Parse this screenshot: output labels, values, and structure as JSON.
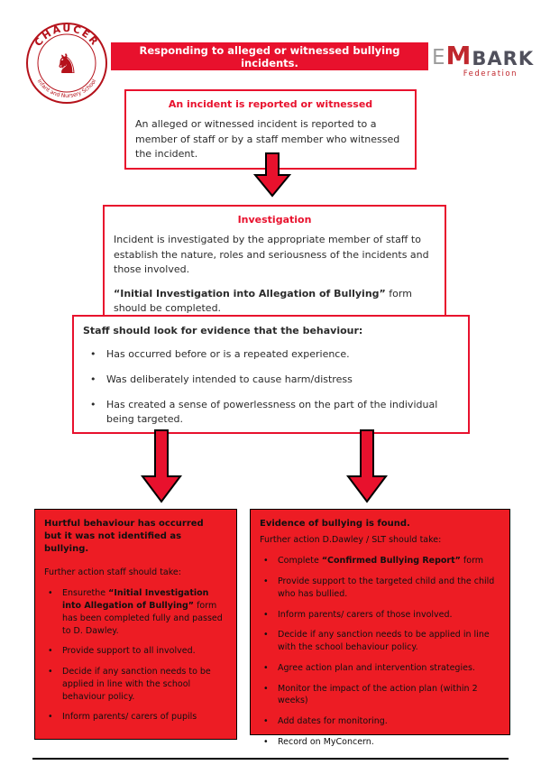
{
  "colors": {
    "accent_red": "#e8112d",
    "box_fill_red": "#ed1c24",
    "logo_red": "#b5121b",
    "embark_red": "#c0272d",
    "embark_dark": "#50505c"
  },
  "header": {
    "banner": "Responding to alleged or witnessed bullying incidents.",
    "school": {
      "name": "CHAUCER",
      "subtitle": "Infant and Nursery School",
      "knight_glyph": "♞"
    },
    "embark": {
      "e": "E",
      "m": "M",
      "bark": "BARK",
      "subtitle": "Federation"
    }
  },
  "box_reported": {
    "title": "An incident is reported or witnessed",
    "body": "An alleged or witnessed incident is reported to a member of staff or by a staff member who witnessed the incident."
  },
  "box_investigation": {
    "title": "Investigation",
    "para1": "Incident is investigated by the appropriate member of staff to establish the nature, roles and seriousness of the incidents and those involved.",
    "para2_bold": "“Initial Investigation into Allegation of Bullying”",
    "para2_rest": " form should be completed."
  },
  "box_evidence": {
    "title": "Staff should look for evidence that the behaviour:",
    "bullets": [
      "Has occurred before or is a repeated experience.",
      "Was deliberately intended to cause harm/distress",
      "Has created a sense of powerlessness on the part of the individual being targeted."
    ]
  },
  "box_hurtful": {
    "title_line1": "Hurtful behaviour has occurred",
    "title_line2": "but it was not identified as bullying.",
    "subtitle": "Further action staff should take:",
    "bullets": [
      {
        "pre": "Ensurethe  ",
        "bold": "“Initial Investigation into Allegation of Bullying”",
        "post": " form  has been completed fully and passed to D. Dawley."
      },
      {
        "pre": "Provide support to all involved."
      },
      {
        "pre": "Decide if any sanction needs to be applied in line with the school behaviour policy."
      },
      {
        "pre": "Inform parents/ carers of pupils"
      }
    ]
  },
  "box_bullying": {
    "title": "Evidence of bullying is found.",
    "subtitle": "Further action D.Dawley / SLT should take:",
    "bullets": [
      {
        "pre": "Complete ",
        "bold": "“Confirmed Bullying Report”",
        "post": " form"
      },
      {
        "pre": "Provide support to the targeted child and the child who has bullied."
      },
      {
        "pre": "Inform parents/ carers of those involved."
      },
      {
        "pre": "Decide if any sanction needs to be applied in line with the school behaviour policy."
      },
      {
        "pre": "Agree action plan and intervention strategies."
      },
      {
        "pre": "Monitor the impact of the action plan (within 2 weeks)"
      },
      {
        "pre": "Add dates for monitoring."
      },
      {
        "pre": "Record on MyConcern."
      }
    ]
  }
}
